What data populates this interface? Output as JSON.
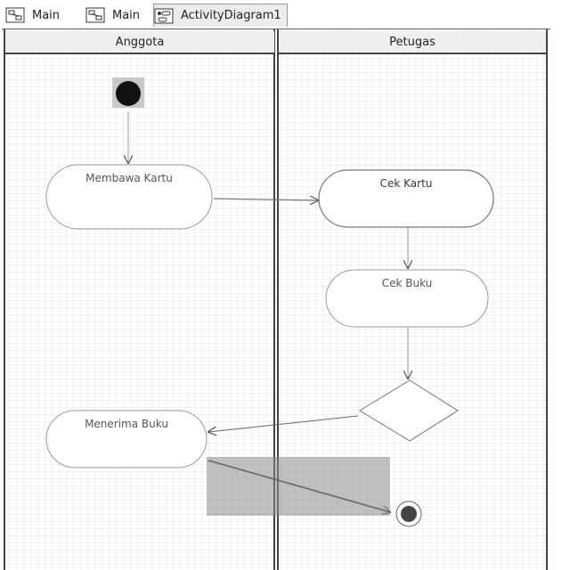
{
  "tabs": [
    {
      "label": "Main",
      "icon": "diagram-icon",
      "active": false
    },
    {
      "label": "Main",
      "icon": "diagram-icon",
      "active": false
    },
    {
      "label": "ActivityDiagram1",
      "icon": "activity-diagram-icon",
      "active": true
    }
  ],
  "swimlanes": [
    {
      "label": "Anggota"
    },
    {
      "label": "Petugas"
    }
  ],
  "nodes": {
    "start": {
      "type": "initial",
      "lane": "Anggota"
    },
    "membawa_kartu": {
      "type": "action",
      "label": "Membawa Kartu",
      "lane": "Anggota"
    },
    "cek_kartu": {
      "type": "action",
      "label": "Cek Kartu",
      "lane": "Petugas"
    },
    "cek_buku": {
      "type": "action",
      "label": "Cek Buku",
      "lane": "Petugas"
    },
    "decision": {
      "type": "decision",
      "lane": "Petugas"
    },
    "menerima_buku": {
      "type": "action",
      "label": "Menerima Buku",
      "lane": "Anggota"
    },
    "end": {
      "type": "final",
      "lane": "Petugas"
    }
  },
  "edges": [
    {
      "from": "start",
      "to": "membawa_kartu"
    },
    {
      "from": "membawa_kartu",
      "to": "cek_kartu"
    },
    {
      "from": "cek_kartu",
      "to": "cek_buku"
    },
    {
      "from": "cek_buku",
      "to": "decision"
    },
    {
      "from": "decision",
      "to": "menerima_buku"
    },
    {
      "from": "menerima_buku",
      "to": "end"
    }
  ],
  "colors": {
    "lane_border": "#444444",
    "header_bg": "#efefef",
    "node_border": "#9a9a9a",
    "edge": "#555555",
    "start_fill": "#111111",
    "end_fill": "#444444",
    "selection": "#8c8c8c"
  }
}
